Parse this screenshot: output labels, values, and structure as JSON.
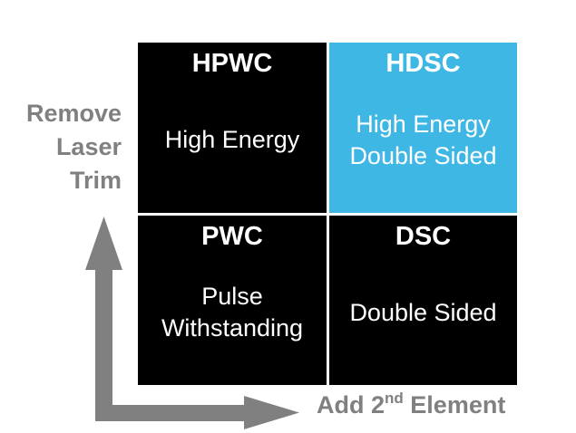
{
  "matrix": {
    "quadrants": [
      {
        "code": "HPWC",
        "lines": [
          "High Energy"
        ],
        "bg": "#000000",
        "text_color": "#ffffff"
      },
      {
        "code": "HDSC",
        "lines": [
          "High Energy",
          "Double Sided"
        ],
        "bg": "#3FB7E4",
        "text_color": "#ffffff"
      },
      {
        "code": "PWC",
        "lines": [
          "Pulse",
          "Withstanding"
        ],
        "bg": "#000000",
        "text_color": "#ffffff"
      },
      {
        "code": "DSC",
        "lines": [
          "Double Sided"
        ],
        "bg": "#000000",
        "text_color": "#ffffff"
      }
    ]
  },
  "y_axis": {
    "label_lines": [
      "Remove",
      "Laser",
      "Trim"
    ],
    "color": "#808080"
  },
  "x_axis": {
    "label_prefix": "Add 2",
    "label_superscript": "nd",
    "label_suffix": " Element",
    "color": "#808080"
  },
  "arrows": {
    "color": "#808080"
  }
}
